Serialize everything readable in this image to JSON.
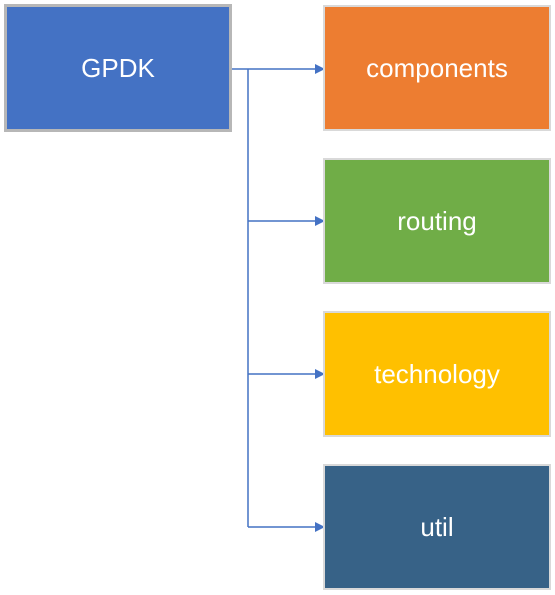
{
  "root": {
    "label": "GPDK",
    "color": "#4472C4"
  },
  "children": [
    {
      "label": "components",
      "color": "#ED7D31"
    },
    {
      "label": "routing",
      "color": "#70AD47"
    },
    {
      "label": "technology",
      "color": "#FFC000"
    },
    {
      "label": "util",
      "color": "#376287"
    }
  ],
  "connector_color": "#4472C4"
}
